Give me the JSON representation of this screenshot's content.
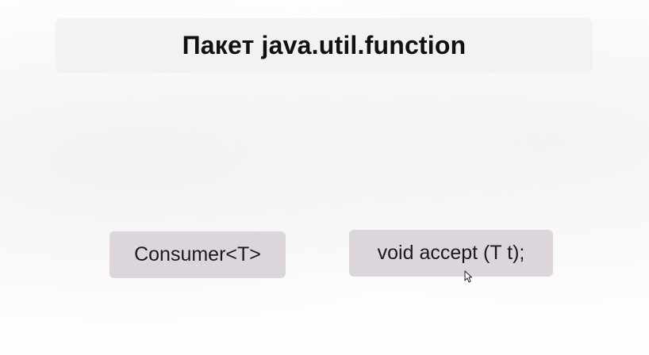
{
  "slide": {
    "title": "Пакет java.util.function",
    "interface_label": "Consumer<T>",
    "method_label": "void accept (T t);"
  },
  "colors": {
    "title_bar_bg": "#f2f2f2",
    "box_bg": "#dcd6dc",
    "page_bg": "#fdfdfd"
  },
  "icons": {
    "cursor": "mouse-pointer-icon"
  }
}
